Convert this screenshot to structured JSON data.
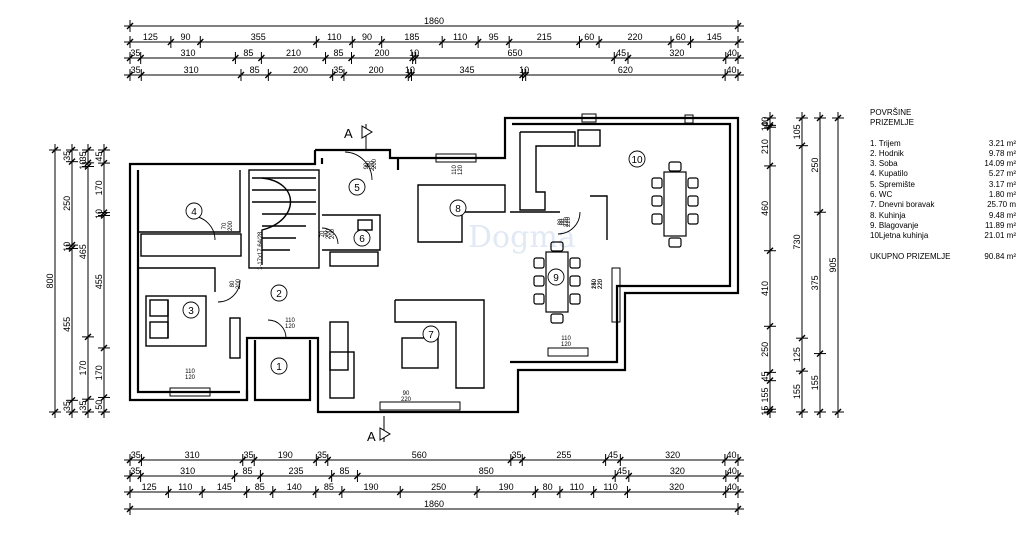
{
  "dims_top": {
    "total": "1860",
    "row1": [
      "125",
      "90",
      "355",
      "110",
      "90",
      "185",
      "110",
      "95",
      "215",
      "60",
      "220",
      "60",
      "145"
    ],
    "row2": [
      "35",
      "310",
      "85",
      "210",
      "85",
      "200",
      "10",
      "650",
      "45",
      "320",
      "40"
    ],
    "row3": [
      "35",
      "310",
      "85",
      "200",
      "35",
      "200",
      "10",
      "345",
      "10",
      "620",
      "40"
    ]
  },
  "dims_bottom": {
    "row1": [
      "35",
      "310",
      "35",
      "190",
      "35",
      "560",
      "35",
      "255",
      "45",
      "320",
      "40"
    ],
    "row2": [
      "35",
      "310",
      "85",
      "235",
      "85",
      "850",
      "45",
      "320",
      "40"
    ],
    "row3": [
      "125",
      "110",
      "145",
      "85",
      "140",
      "85",
      "190",
      "250",
      "190",
      "80",
      "110",
      "110",
      "320",
      "40"
    ],
    "total": "1860"
  },
  "dims_left": {
    "total": "800",
    "col1": [
      "35",
      "250",
      "10",
      "455",
      "35"
    ],
    "col2": [
      "35",
      "10",
      "465",
      "170",
      "35"
    ],
    "col3": [
      "45",
      "170",
      "10",
      "455",
      "170",
      "50"
    ]
  },
  "dims_right": {
    "total": "905",
    "col1": [
      "40",
      "10",
      "210",
      "460",
      "410",
      "250",
      "45",
      "155",
      "15"
    ],
    "col2": [
      "105",
      "730",
      "125",
      "155"
    ],
    "col3": [
      "250",
      "375",
      "155"
    ]
  },
  "openings": {
    "o1": "110\n120",
    "o2": "70\n200",
    "o3": "80\n200",
    "o4": "70\n200",
    "o5": "80\n220",
    "o6": "90\n220",
    "o7": "110\n120",
    "o8": "140\n220",
    "o9": "110\n120",
    "o10": "90\n220",
    "o11": "250\n220",
    "o12": "110\n120",
    "o13": "80\n220",
    "o14": "70\n200",
    "o15": "60\n200"
  },
  "rooms": [
    "1",
    "2",
    "3",
    "4",
    "5",
    "6",
    "7",
    "8",
    "9",
    "10"
  ],
  "section_marks": [
    "A",
    "A"
  ],
  "stair_label": "1-17x17,64/28",
  "watermark": "Dogma",
  "legend": {
    "title": "POVRŠINE",
    "subtitle": "PRIZEMLJE",
    "items": [
      {
        "name": "1. Trijem",
        "area": "3.21 m²"
      },
      {
        "name": "2. Hodnik",
        "area": "9.78 m²"
      },
      {
        "name": "3. Soba",
        "area": "14.09 m²"
      },
      {
        "name": "4. Kupatilo",
        "area": "5.27 m²"
      },
      {
        "name": "5. Spremište",
        "area": "3.17 m²"
      },
      {
        "name": "6. WC",
        "area": "1.80 m²"
      },
      {
        "name": "7. Dnevni boravak",
        "area": "25.70 m"
      },
      {
        "name": "8. Kuhinja",
        "area": "9.48 m²"
      },
      {
        "name": "9. Blagovanje",
        "area": "11.89 m²"
      },
      {
        "name": "10Ljetna kuhinja",
        "area": "21.01 m²"
      }
    ],
    "total_label": "UKUPNO PRIZEMLJE",
    "total_value": "90.84 m²"
  }
}
